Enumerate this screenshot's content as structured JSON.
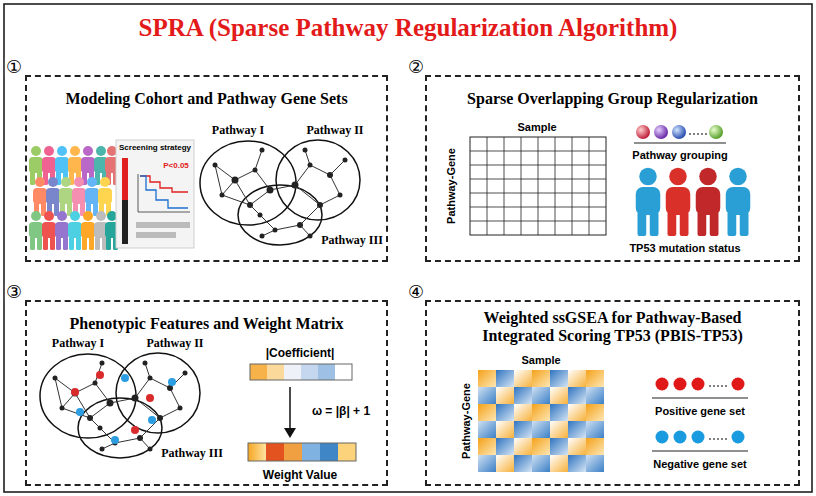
{
  "diagram": {
    "title": "SPRA (Sparse Pathway Regularization Algorithm)",
    "nodes": [
      {
        "text": [
          "Modeling Cohort and Pathway Gene Sets"
        ]
      },
      {
        "text": [
          "Sparse Overlapping Group Regularization"
        ]
      },
      {
        "text": [
          "Phenotypic Features and Weight Matrix"
        ]
      },
      {
        "text": [
          "Weighted ssGSEA for Pathway-Based Integrated Scoring TP53 (PBIS-TP53)"
        ]
      }
    ],
    "labels": [
      "①",
      "②",
      "③",
      "④",
      "Screening strategy",
      "P<0.05",
      "Pathway I",
      "Pathway II",
      "Pathway III",
      "Sample",
      "Pathway-Gene",
      "Pathway grouping",
      "TP53 mutation status",
      "Pathway I",
      "Pathway II",
      "Pathway III",
      "|Coefficient|",
      "ω = |β| + 1",
      "Weight Value",
      "Sample",
      "Pathway-Gene",
      "Positive gene set",
      "Negative gene set"
    ]
  }
}
